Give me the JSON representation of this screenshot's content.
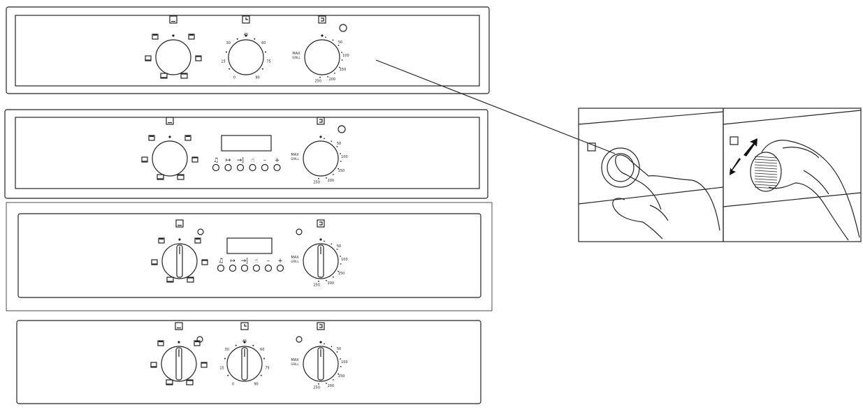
{
  "colors": {
    "line": "#222222",
    "background": "#ffffff",
    "fill": "#ffffff"
  },
  "panels": [
    {
      "id": "panel-1",
      "knobs": [
        "function-dial",
        "timer-dial",
        "temperature-dial"
      ],
      "display": false,
      "lamp_right": true
    },
    {
      "id": "panel-2",
      "knobs": [
        "function-dial",
        "temperature-dial"
      ],
      "display": true,
      "lamp_right": true
    },
    {
      "id": "panel-3",
      "knobs": [
        "function-dial",
        "temperature-dial"
      ],
      "display": true,
      "lamp_left": true
    },
    {
      "id": "panel-4",
      "knobs": [
        "function-dial",
        "timer-dial",
        "temperature-dial"
      ],
      "display": false
    }
  ],
  "dial_labels": {
    "temperature_max": "MAX",
    "temperature_grill": "GRILL",
    "temperature_scale": [
      "50",
      "100",
      "150",
      "200",
      "250"
    ],
    "timer_scale": [
      "0",
      "15",
      "30",
      "45",
      "60",
      "75",
      "90"
    ]
  },
  "clock_button_symbols": [
    "bell",
    "duration",
    "end-time",
    "hand",
    "minus",
    "plus"
  ],
  "clock_button_glyphs": [
    "♫",
    "↦",
    "→|",
    "☝",
    "–",
    "+"
  ],
  "inset_icons": [
    "push-knob",
    "rotate-knob"
  ]
}
